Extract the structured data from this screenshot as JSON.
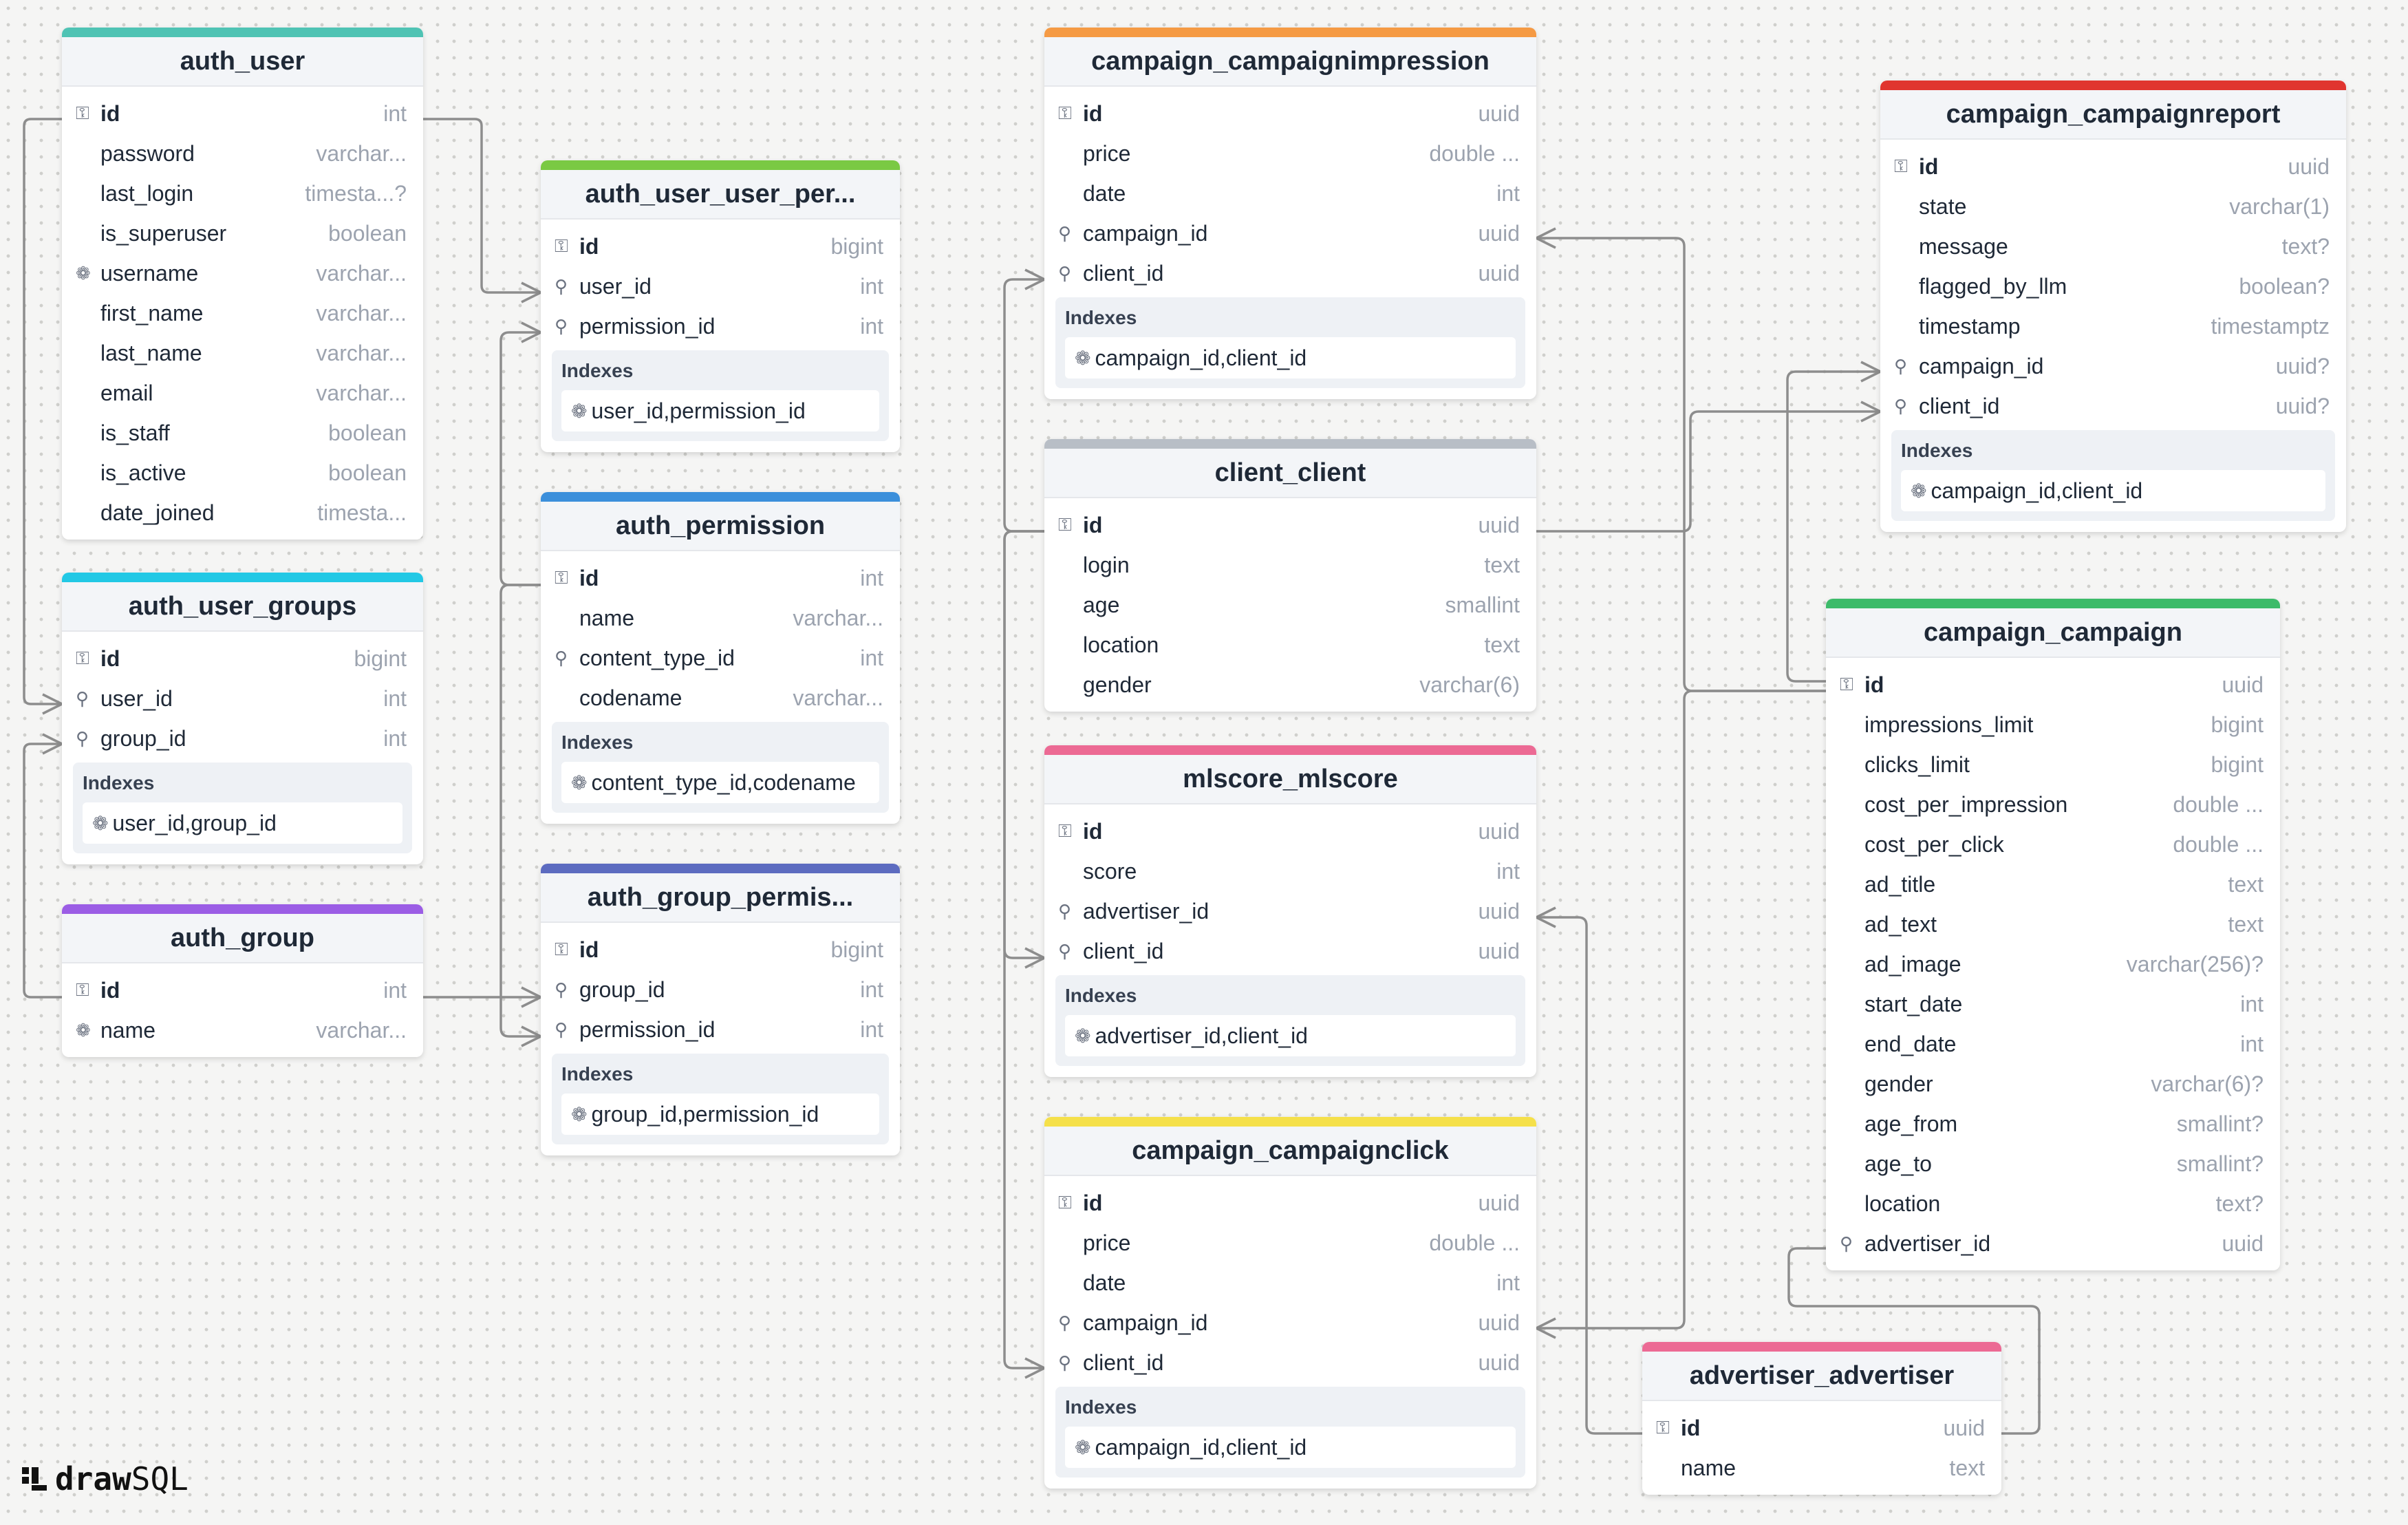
{
  "brand": {
    "word1": "draw",
    "word2": "SQL"
  },
  "index_heading": "Indexes",
  "tables": [
    {
      "name": "auth_user",
      "color": "#4fc3b4",
      "columns": [
        {
          "name": "id",
          "type": "int",
          "key": "pk"
        },
        {
          "name": "password",
          "type": "varchar...",
          "key": ""
        },
        {
          "name": "last_login",
          "type": "timesta...?",
          "key": ""
        },
        {
          "name": "is_superuser",
          "type": "boolean",
          "key": ""
        },
        {
          "name": "username",
          "type": "varchar...",
          "key": "uq"
        },
        {
          "name": "first_name",
          "type": "varchar...",
          "key": ""
        },
        {
          "name": "last_name",
          "type": "varchar...",
          "key": ""
        },
        {
          "name": "email",
          "type": "varchar...",
          "key": ""
        },
        {
          "name": "is_staff",
          "type": "boolean",
          "key": ""
        },
        {
          "name": "is_active",
          "type": "boolean",
          "key": ""
        },
        {
          "name": "date_joined",
          "type": "timesta...",
          "key": ""
        }
      ],
      "indexes": []
    },
    {
      "name": "auth_user_groups",
      "color": "#22c8e5",
      "columns": [
        {
          "name": "id",
          "type": "bigint",
          "key": "pk"
        },
        {
          "name": "user_id",
          "type": "int",
          "key": "fk"
        },
        {
          "name": "group_id",
          "type": "int",
          "key": "fk"
        }
      ],
      "indexes": [
        "user_id,group_id"
      ]
    },
    {
      "name": "auth_group",
      "color": "#9b5de5",
      "columns": [
        {
          "name": "id",
          "type": "int",
          "key": "pk"
        },
        {
          "name": "name",
          "type": "varchar...",
          "key": "uq"
        }
      ],
      "indexes": []
    },
    {
      "name": "auth_user_user_per...",
      "color": "#7ac943",
      "columns": [
        {
          "name": "id",
          "type": "bigint",
          "key": "pk"
        },
        {
          "name": "user_id",
          "type": "int",
          "key": "fk"
        },
        {
          "name": "permission_id",
          "type": "int",
          "key": "fk"
        }
      ],
      "indexes": [
        "user_id,permission_id"
      ]
    },
    {
      "name": "auth_permission",
      "color": "#3b8fdb",
      "columns": [
        {
          "name": "id",
          "type": "int",
          "key": "pk"
        },
        {
          "name": "name",
          "type": "varchar...",
          "key": ""
        },
        {
          "name": "content_type_id",
          "type": "int",
          "key": "fk"
        },
        {
          "name": "codename",
          "type": "varchar...",
          "key": ""
        }
      ],
      "indexes": [
        "content_type_id,codename"
      ]
    },
    {
      "name": "auth_group_permis...",
      "color": "#5c6bc0",
      "columns": [
        {
          "name": "id",
          "type": "bigint",
          "key": "pk"
        },
        {
          "name": "group_id",
          "type": "int",
          "key": "fk"
        },
        {
          "name": "permission_id",
          "type": "int",
          "key": "fk"
        }
      ],
      "indexes": [
        "group_id,permission_id"
      ]
    },
    {
      "name": "campaign_campaignimpression",
      "color": "#f59a44",
      "columns": [
        {
          "name": "id",
          "type": "uuid",
          "key": "pk"
        },
        {
          "name": "price",
          "type": "double ...",
          "key": ""
        },
        {
          "name": "date",
          "type": "int",
          "key": ""
        },
        {
          "name": "campaign_id",
          "type": "uuid",
          "key": "fk"
        },
        {
          "name": "client_id",
          "type": "uuid",
          "key": "fk"
        }
      ],
      "indexes": [
        "campaign_id,client_id"
      ]
    },
    {
      "name": "client_client",
      "color": "#b8bec6",
      "columns": [
        {
          "name": "id",
          "type": "uuid",
          "key": "pk"
        },
        {
          "name": "login",
          "type": "text",
          "key": ""
        },
        {
          "name": "age",
          "type": "smallint",
          "key": ""
        },
        {
          "name": "location",
          "type": "text",
          "key": ""
        },
        {
          "name": "gender",
          "type": "varchar(6)",
          "key": ""
        }
      ],
      "indexes": []
    },
    {
      "name": "mlscore_mlscore",
      "color": "#ec6a94",
      "columns": [
        {
          "name": "id",
          "type": "uuid",
          "key": "pk"
        },
        {
          "name": "score",
          "type": "int",
          "key": ""
        },
        {
          "name": "advertiser_id",
          "type": "uuid",
          "key": "fk"
        },
        {
          "name": "client_id",
          "type": "uuid",
          "key": "fk"
        }
      ],
      "indexes": [
        "advertiser_id,client_id"
      ]
    },
    {
      "name": "campaign_campaignclick",
      "color": "#f5e04a",
      "columns": [
        {
          "name": "id",
          "type": "uuid",
          "key": "pk"
        },
        {
          "name": "price",
          "type": "double ...",
          "key": ""
        },
        {
          "name": "date",
          "type": "int",
          "key": ""
        },
        {
          "name": "campaign_id",
          "type": "uuid",
          "key": "fk"
        },
        {
          "name": "client_id",
          "type": "uuid",
          "key": "fk"
        }
      ],
      "indexes": [
        "campaign_id,client_id"
      ]
    },
    {
      "name": "campaign_campaignreport",
      "color": "#e0352f",
      "columns": [
        {
          "name": "id",
          "type": "uuid",
          "key": "pk"
        },
        {
          "name": "state",
          "type": "varchar(1)",
          "key": ""
        },
        {
          "name": "message",
          "type": "text?",
          "key": ""
        },
        {
          "name": "flagged_by_llm",
          "type": "boolean?",
          "key": ""
        },
        {
          "name": "timestamp",
          "type": "timestamptz",
          "key": ""
        },
        {
          "name": "campaign_id",
          "type": "uuid?",
          "key": "fk"
        },
        {
          "name": "client_id",
          "type": "uuid?",
          "key": "fk"
        }
      ],
      "indexes": [
        "campaign_id,client_id"
      ]
    },
    {
      "name": "campaign_campaign",
      "color": "#3dbb6a",
      "columns": [
        {
          "name": "id",
          "type": "uuid",
          "key": "pk"
        },
        {
          "name": "impressions_limit",
          "type": "bigint",
          "key": ""
        },
        {
          "name": "clicks_limit",
          "type": "bigint",
          "key": ""
        },
        {
          "name": "cost_per_impression",
          "type": "double ...",
          "key": ""
        },
        {
          "name": "cost_per_click",
          "type": "double ...",
          "key": ""
        },
        {
          "name": "ad_title",
          "type": "text",
          "key": ""
        },
        {
          "name": "ad_text",
          "type": "text",
          "key": ""
        },
        {
          "name": "ad_image",
          "type": "varchar(256)?",
          "key": ""
        },
        {
          "name": "start_date",
          "type": "int",
          "key": ""
        },
        {
          "name": "end_date",
          "type": "int",
          "key": ""
        },
        {
          "name": "gender",
          "type": "varchar(6)?",
          "key": ""
        },
        {
          "name": "age_from",
          "type": "smallint?",
          "key": ""
        },
        {
          "name": "age_to",
          "type": "smallint?",
          "key": ""
        },
        {
          "name": "location",
          "type": "text?",
          "key": ""
        },
        {
          "name": "advertiser_id",
          "type": "uuid",
          "key": "fk"
        }
      ],
      "indexes": []
    },
    {
      "name": "advertiser_advertiser",
      "color": "#ec6a94",
      "columns": [
        {
          "name": "id",
          "type": "uuid",
          "key": "pk"
        },
        {
          "name": "name",
          "type": "text",
          "key": ""
        }
      ],
      "indexes": []
    }
  ]
}
